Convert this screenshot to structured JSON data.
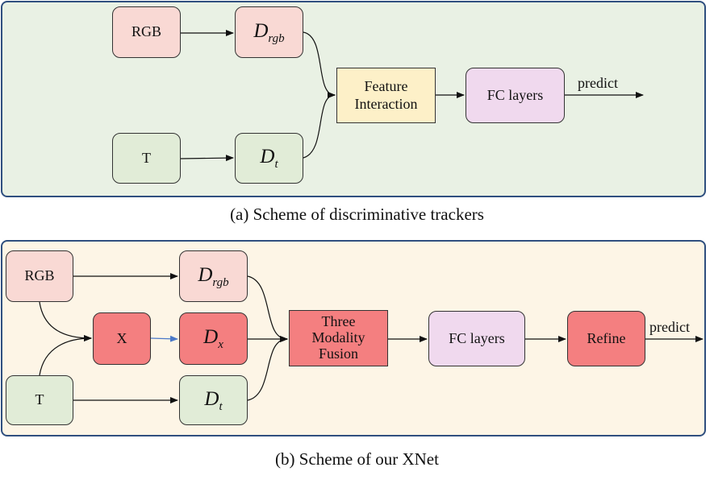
{
  "panel_a": {
    "rgb_label": "RGB",
    "t_label": "T",
    "d_rgb": {
      "main": "D",
      "sub": "rgb"
    },
    "d_t": {
      "main": "D",
      "sub": "t"
    },
    "interaction_line1": "Feature",
    "interaction_line2": "Interaction",
    "fc_label": "FC layers",
    "predict_label": "predict",
    "caption": "(a) Scheme of discriminative trackers"
  },
  "panel_b": {
    "rgb_label": "RGB",
    "t_label": "T",
    "x_label": "X",
    "d_rgb": {
      "main": "D",
      "sub": "rgb"
    },
    "d_x": {
      "main": "D",
      "sub": "x"
    },
    "d_t": {
      "main": "D",
      "sub": "t"
    },
    "fusion_line1": "Three",
    "fusion_line2": "Modality",
    "fusion_line3": "Fusion",
    "fc_label": "FC layers",
    "refine_label": "Refine",
    "predict_label": "predict",
    "caption": "(b) Scheme of our XNet"
  },
  "colors": {
    "panel_a_bg": "#e9f1e4",
    "panel_b_bg": "#fdf5e6",
    "rgb_fill": "#f9d9d4",
    "t_fill": "#e1ecd7",
    "interaction_fill": "#fdf0c8",
    "fc_fill": "#f0d9ee",
    "x_fill": "#f47f80",
    "border": "#2f4f7f",
    "x_arrow": "#4a78c8"
  }
}
